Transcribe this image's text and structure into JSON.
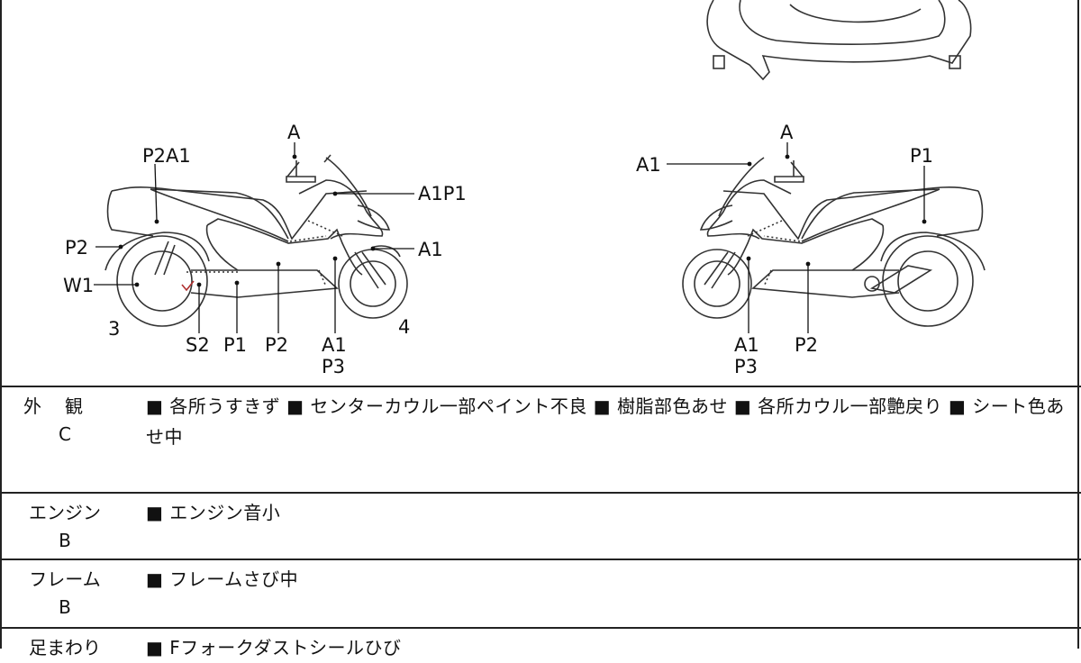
{
  "diagram": {
    "left_labels": {
      "A": "A",
      "P2A1": "P2A1",
      "A1P1": "A1P1",
      "P2_left": "P2",
      "A1_front": "A1",
      "W1": "W1",
      "n3": "3",
      "n4": "4",
      "S2": "S2",
      "P1": "P1",
      "P2_bottom": "P2",
      "A1_bottom": "A1",
      "P3_bottom": "P3"
    },
    "right_labels": {
      "A": "A",
      "A1_top": "A1",
      "P1": "P1",
      "A1_bottom": "A1",
      "P3_bottom": "P3",
      "P2_bottom": "P2"
    }
  },
  "table": {
    "rows": [
      {
        "category": "外観",
        "grade": "C",
        "text": "■ 各所うすきず ■ センターカウル一部ペイント不良 ■ 樹脂部色あせ ■ 各所カウル一部艶戻り ■ シート色あせ中"
      },
      {
        "category": "エンジン",
        "grade": "B",
        "text": "■ エンジン音小"
      },
      {
        "category": "フレーム",
        "grade": "B",
        "text": "■ フレームさび中"
      },
      {
        "category": "足まわり",
        "grade": "",
        "text": "■ Fフォークダストシールひび"
      }
    ]
  }
}
